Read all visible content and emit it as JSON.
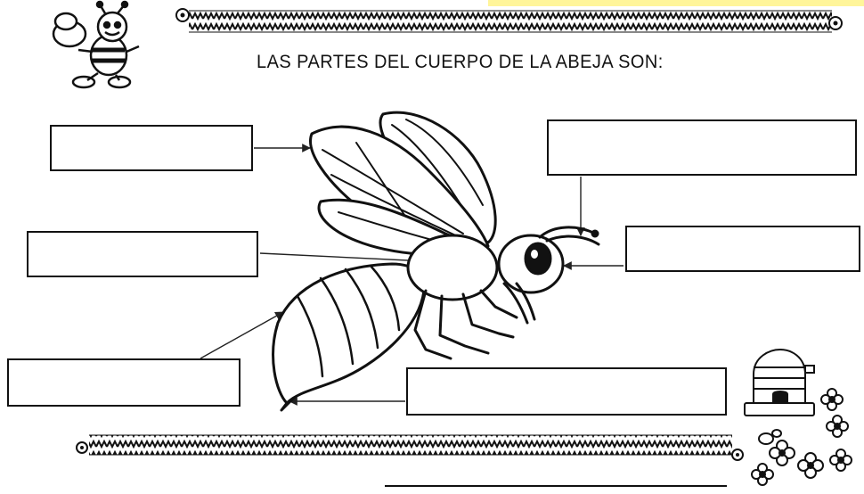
{
  "worksheet": {
    "title": "LAS PARTES DEL CUERPO DE LA ABEJA SON:",
    "accent_color": "#fff59a",
    "answer_boxes": [
      {
        "id": "box-wings",
        "points_to": "wings"
      },
      {
        "id": "box-antennae",
        "points_to": "antennae"
      },
      {
        "id": "box-thorax",
        "points_to": "thorax"
      },
      {
        "id": "box-head",
        "points_to": "head"
      },
      {
        "id": "box-abdomen",
        "points_to": "abdomen"
      },
      {
        "id": "box-stinger",
        "points_to": "stinger"
      }
    ],
    "icons": [
      "bee-cartoon-icon",
      "bee-illustration",
      "beehive-icon",
      "flowers-icon",
      "zigzag-border"
    ]
  }
}
